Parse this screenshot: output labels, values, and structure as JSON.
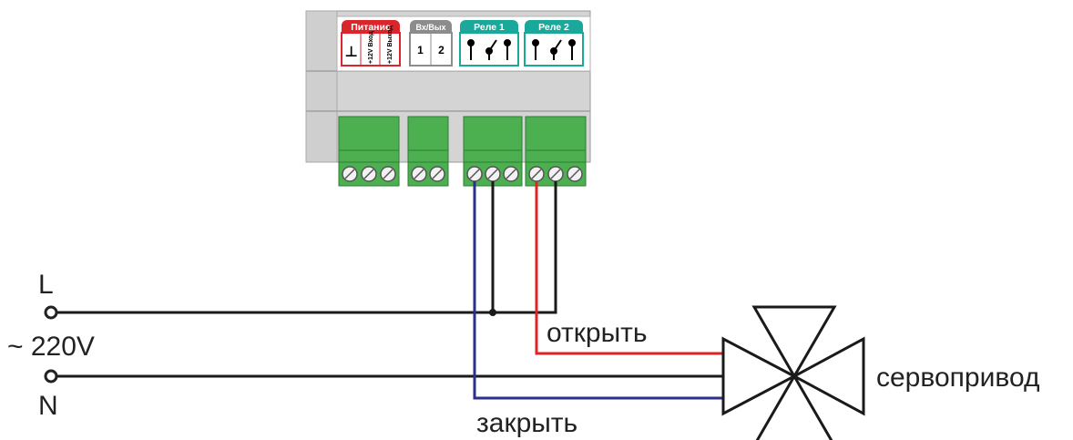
{
  "module": {
    "power_block": {
      "title": "Питание",
      "ground_symbol": "⊥",
      "pin_in": "+12V Вход",
      "pin_out": "+12V Выход",
      "color": "#d9252b"
    },
    "io_block": {
      "title": "Вх/Вых",
      "pin1": "1",
      "pin2": "2",
      "color": "#8c8c8c"
    },
    "relay1": {
      "title": "Реле 1",
      "color": "#1aa89b"
    },
    "relay2": {
      "title": "Реле 2",
      "color": "#1aa89b"
    },
    "terminal_color": "#4caf50",
    "housing_color": "#d6d6d6"
  },
  "mains": {
    "line_label": "L",
    "neutral_label": "N",
    "voltage_label": "~ 220V"
  },
  "wires": {
    "open_label": "открыть",
    "close_label": "закрыть",
    "open_color": "#e02424",
    "close_color": "#2e2e8c",
    "common_color": "#1a1a1a"
  },
  "actuator": {
    "label": "сервопривод"
  }
}
